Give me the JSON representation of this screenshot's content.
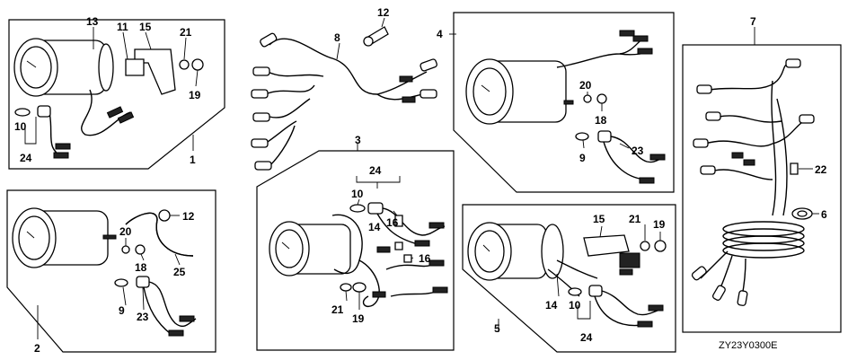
{
  "diagram_code": "ZY23Y0300E",
  "callouts": {
    "p1": {
      "n1": "1",
      "n10": "10",
      "n11": "11",
      "n13": "13",
      "n15": "15",
      "n19": "19",
      "n21": "21",
      "n24": "24"
    },
    "p2": {
      "n2": "2",
      "n9": "9",
      "n12": "12",
      "n18": "18",
      "n20": "20",
      "n23": "23",
      "n25": "25"
    },
    "p3": {
      "n3": "3",
      "n10": "10",
      "n14": "14",
      "n16a": "16",
      "n16b": "16",
      "n19": "19",
      "n21": "21",
      "n24": "24"
    },
    "p4": {
      "n4": "4",
      "n9": "9",
      "n18": "18",
      "n20": "20",
      "n23": "23"
    },
    "p5": {
      "n5": "5",
      "n10": "10",
      "n14": "14",
      "n15": "15",
      "n19": "19",
      "n21": "21",
      "n24": "24"
    },
    "p7": {
      "n6": "6",
      "n7": "7",
      "n22": "22"
    },
    "harness": {
      "n8": "8",
      "n12": "12"
    }
  }
}
